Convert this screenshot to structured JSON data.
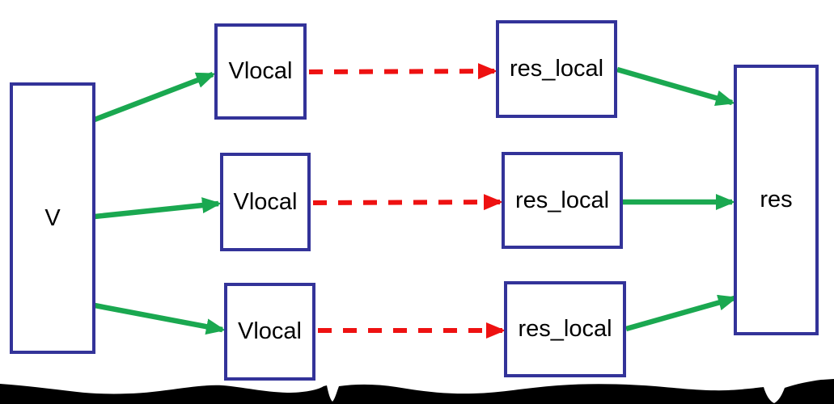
{
  "diagram": {
    "nodes": {
      "input": {
        "label": "V"
      },
      "output": {
        "label": "res"
      }
    },
    "rows": [
      {
        "local_input": "Vlocal",
        "local_output": "res_local"
      },
      {
        "local_input": "Vlocal",
        "local_output": "res_local"
      },
      {
        "local_input": "Vlocal",
        "local_output": "res_local"
      }
    ],
    "colors": {
      "blue": "#333399",
      "green": "#1aa850",
      "red": "#ee1111",
      "ink": "#000000",
      "background": "#ffffff"
    }
  }
}
